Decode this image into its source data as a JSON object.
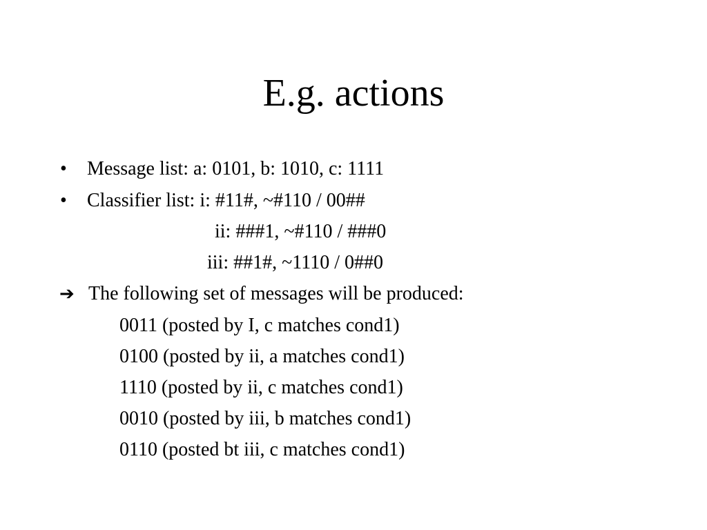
{
  "slide": {
    "title": "E.g. actions",
    "bullets": [
      {
        "marker": "•",
        "text": "Message list: a: 0101, b: 1010, c: 1111"
      },
      {
        "marker": "•",
        "text": "Classifier list: i: #11#, ~#110 / 00##"
      }
    ],
    "classifier_continuation": [
      "ii: ###1, ~#110 / ###0",
      "iii: ##1#, ~1110 / 0##0"
    ],
    "conclusion": {
      "arrow": "➔",
      "text": "The following set of messages will be produced:"
    },
    "messages": [
      "0011 (posted by I, c matches cond1)",
      "0100 (posted by ii, a matches cond1)",
      "1110 (posted by ii, c matches cond1)",
      "0010 (posted by iii, b matches cond1)",
      "0110 (posted bt iii, c matches cond1)"
    ]
  }
}
